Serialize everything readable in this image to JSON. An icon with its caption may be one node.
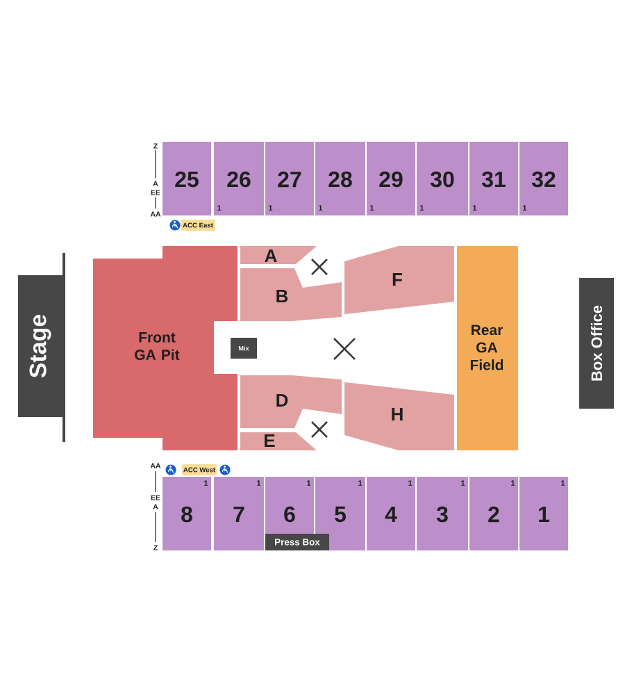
{
  "diagram": {
    "nodes": [
      {
        "text": [
          "25"
        ]
      },
      {
        "text": [
          "26",
          "1"
        ]
      },
      {
        "text": [
          "27",
          "1"
        ]
      },
      {
        "text": [
          "28",
          "1"
        ]
      },
      {
        "text": [
          "29",
          "1"
        ]
      },
      {
        "text": [
          "30",
          "1"
        ]
      },
      {
        "text": [
          "31",
          "1"
        ]
      },
      {
        "text": [
          "32",
          "1"
        ]
      },
      {
        "text": [
          "ACC East"
        ]
      },
      {
        "text": [
          "Stage"
        ]
      },
      {
        "text": [
          "Front GA Pit"
        ]
      },
      {
        "text": [
          "A"
        ]
      },
      {
        "text": [
          "F"
        ]
      },
      {
        "text": [
          "B"
        ]
      },
      {
        "text": [
          "Mix"
        ]
      },
      {
        "text": [
          "D"
        ]
      },
      {
        "text": [
          "H"
        ]
      },
      {
        "text": [
          "E"
        ]
      },
      {
        "text": [
          "Rear GA Field"
        ]
      },
      {
        "text": [
          "Box Office"
        ]
      },
      {
        "text": [
          "ACC West"
        ]
      },
      {
        "text": [
          "8",
          "1"
        ]
      },
      {
        "text": [
          "7",
          "1"
        ]
      },
      {
        "text": [
          "6",
          "1"
        ]
      },
      {
        "text": [
          "5",
          "1"
        ]
      },
      {
        "text": [
          "4",
          "1"
        ]
      },
      {
        "text": [
          "3",
          "1"
        ]
      },
      {
        "text": [
          "2",
          "1"
        ]
      },
      {
        "text": [
          "1",
          "1"
        ]
      },
      {
        "text": [
          "Press Box"
        ]
      }
    ],
    "labels": [
      "Z",
      "A",
      "EE",
      "AA",
      "AA",
      "EE",
      "A",
      "Z"
    ]
  }
}
